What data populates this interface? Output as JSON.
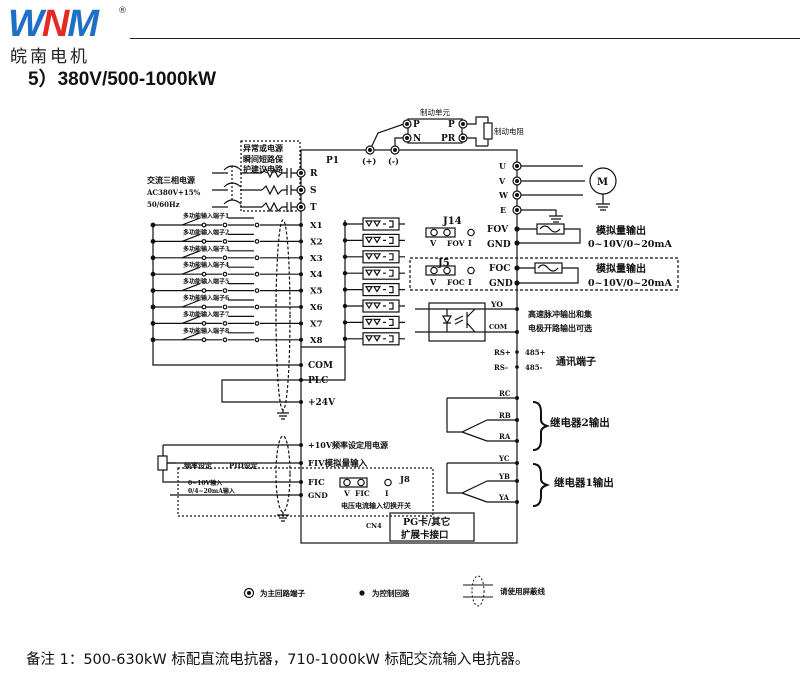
{
  "brand": {
    "logo_letters": [
      "W",
      "N",
      "M"
    ],
    "registered_mark": "®",
    "company_name": "皖南电机",
    "colors": {
      "logo_blue": "#1f6fc4",
      "logo_red": "#e42a22"
    }
  },
  "section_title": "5）380V/500-1000kW",
  "diagram": {
    "braking": {
      "unit_label": "制动单元",
      "unit_left_terminals": [
        "P",
        "N"
      ],
      "unit_right_terminals": [
        "P",
        "PR"
      ],
      "resistor_label": "制动电阻",
      "dc_terminals": [
        "(+)",
        "(-)"
      ]
    },
    "power_input": {
      "source_lines": [
        "交流三相电源",
        "AC380V+15%",
        "50/60Hz"
      ],
      "protection_box_lines": [
        "异常或电源",
        "瞬间短路保",
        "护建议电路"
      ],
      "terminals": [
        "R",
        "S",
        "T"
      ]
    },
    "drive_label": "P1",
    "motor_outputs": {
      "terminals": [
        "U",
        "V",
        "W",
        "E"
      ],
      "motor_label": "M"
    },
    "digital_inputs": {
      "labels": [
        "多功能输入端子1",
        "多功能输入端子2",
        "多功能输入端子3",
        "多功能输入端子4",
        "多功能输入端子5",
        "多功能输入端子6",
        "多功能输入端子7",
        "多功能输入端子8"
      ],
      "terminals": [
        "X1",
        "X2",
        "X3",
        "X4",
        "X5",
        "X6",
        "X7",
        "X8"
      ],
      "common_terminals": [
        "COM",
        "PLC",
        "+24V"
      ]
    },
    "analog_outputs": [
      {
        "jumper": "J14",
        "jumper_pins": [
          "V",
          "FOV",
          "I"
        ],
        "terminals": [
          "FOV",
          "GND"
        ],
        "title": "模拟量输出",
        "range": "0~10V/0~20mA"
      },
      {
        "jumper": "J5",
        "jumper_pins": [
          "V",
          "FOC",
          "I"
        ],
        "terminals": [
          "FOC",
          "GND"
        ],
        "title": "模拟量输出",
        "range": "0~10V/0~20mA"
      }
    ],
    "pulse_output": {
      "terminals": [
        "YO",
        "COM"
      ],
      "description_lines": [
        "高速脉冲输出和集",
        "电极开路输出可选"
      ]
    },
    "communication": {
      "terminals": [
        "RS+",
        "RS-"
      ],
      "signals": [
        "485+",
        "485-"
      ],
      "label": "通讯端子"
    },
    "relays": [
      {
        "terminals": [
          "RC",
          "RB",
          "RA"
        ],
        "label": "继电器2输出"
      },
      {
        "terminals": [
          "YC",
          "YB",
          "YA"
        ],
        "label": "继电器1输出"
      }
    ],
    "analog_inputs": {
      "terminals": [
        "+10V频率设定用电源",
        "FIV模拟量输入",
        "FIC",
        "GND"
      ],
      "pot_labels": [
        "频率设定",
        "PID设定"
      ],
      "input_ranges": [
        "0~10V输入",
        "0/4~20mA输入"
      ],
      "jumper": "J8",
      "jumper_pins": [
        "V",
        "FIC",
        "I"
      ],
      "jumper_caption": "电压电流输入切换开关"
    },
    "expansion": {
      "connector": "CN4",
      "lines": [
        "PG卡/其它",
        "扩展卡接口"
      ]
    }
  },
  "legend": [
    {
      "icon": "main-circuit-terminal-icon",
      "label": "为主回路端子"
    },
    {
      "icon": "control-circuit-dot-icon",
      "label": "为控制回路"
    },
    {
      "icon": "shielded-cable-icon",
      "label": "请使用屏蔽线"
    }
  ],
  "note": "备注 1：500-630kW 标配直流电抗器，710-1000kW 标配交流输入电抗器。"
}
